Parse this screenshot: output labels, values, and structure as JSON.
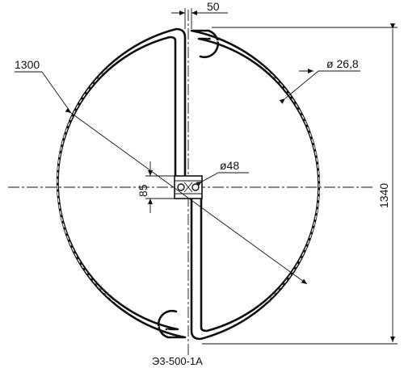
{
  "drawing": {
    "diameter_label": "1300",
    "gap_label": "50",
    "tube_label": "ø 26,8",
    "height_label": "1340",
    "pin_label": "ø48",
    "clamp_label": "85",
    "caption": "Э3-500-1А"
  }
}
